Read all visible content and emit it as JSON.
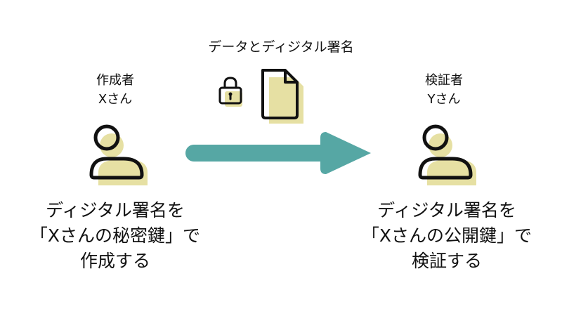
{
  "caption": "データとディジタル署名",
  "signer": {
    "role": "作成者",
    "name": "Xさん",
    "description": [
      "ディジタル署名を",
      "「Xさんの秘密鍵」で",
      "作成する"
    ]
  },
  "verifier": {
    "role": "検証者",
    "name": "Yさん",
    "description": [
      "ディジタル署名を",
      "「Xさんの公開鍵」で",
      "検証する"
    ]
  },
  "icons": {
    "lock": "lock-icon",
    "document": "document-icon",
    "person": "person-icon",
    "arrow": "arrow-right-icon"
  },
  "colors": {
    "accent_fill": "#e6e0a3",
    "arrow": "#56a7a4",
    "stroke": "#111111"
  }
}
